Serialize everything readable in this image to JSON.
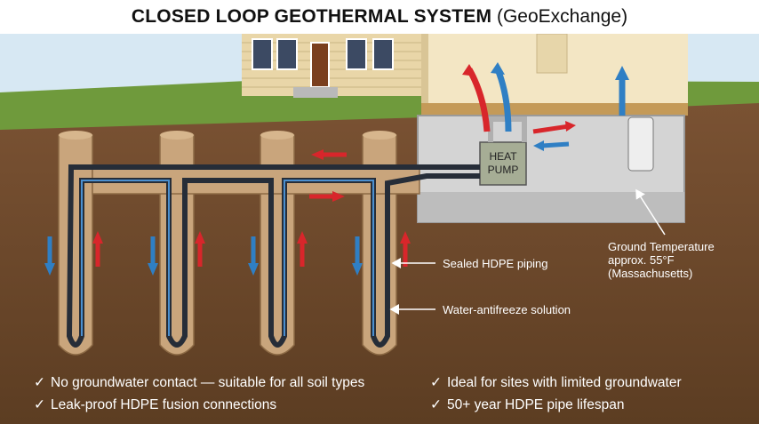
{
  "title": {
    "main": "CLOSED LOOP GEOTHERMAL SYSTEM",
    "sub": "(GeoExchange)"
  },
  "heat_pump": {
    "line1": "HEAT",
    "line2": "PUMP"
  },
  "labels": {
    "ground_temp_1": "Ground Temperature",
    "ground_temp_2": "approx. 55°F",
    "ground_temp_3": "(Massachusetts)",
    "piping": "Sealed HDPE piping",
    "solution": "Water-antifreeze solution"
  },
  "features": [
    "No groundwater contact — suitable for all soil types",
    "Leak-proof HDPE fusion connections",
    "Ideal for sites with limited groundwater",
    "50+ year HDPE pipe lifespan"
  ],
  "check_symbol": "✓",
  "colors": {
    "soil": "#6e4a2c",
    "grass": "#6f9a3c",
    "sky": "#d7e8f3",
    "supply_red": "#d8262b",
    "return_blue": "#2f7fc4",
    "pipe_dark": "#262d38",
    "borehole": "#c9a57c"
  }
}
